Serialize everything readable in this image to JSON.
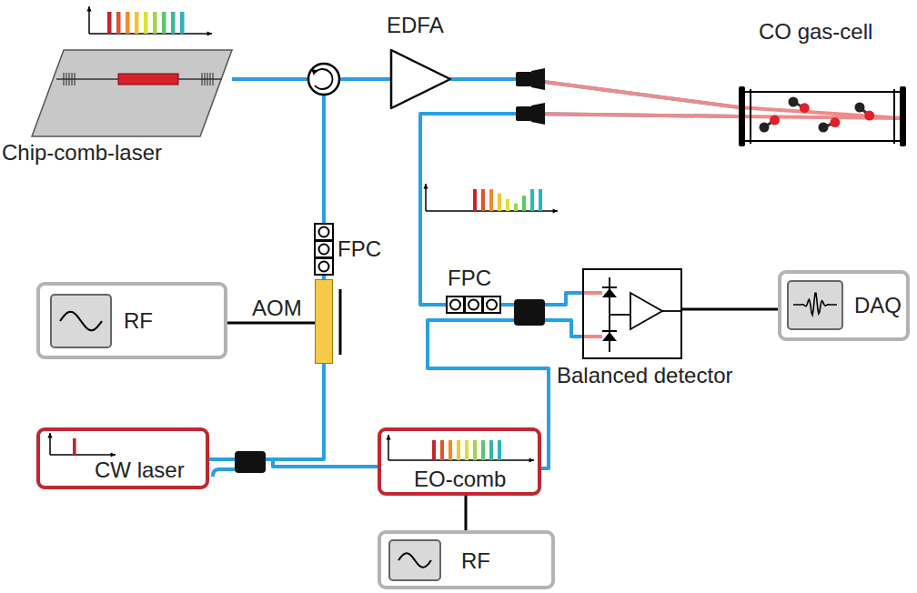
{
  "diagram": {
    "nodes": [
      {
        "text": [
          "Chip-comb-laser"
        ]
      },
      {
        "text": [
          "EDFA"
        ]
      },
      {
        "text": [
          "CO gas-cell"
        ]
      },
      {
        "text": [
          "FPC"
        ]
      },
      {
        "text": [
          "RF"
        ]
      },
      {
        "text": [
          "AOM"
        ]
      },
      {
        "text": [
          "CW laser"
        ]
      },
      {
        "text": [
          "EO-comb"
        ]
      },
      {
        "text": [
          "RF"
        ]
      },
      {
        "text": [
          "FPC"
        ]
      },
      {
        "text": [
          "Balanced detector"
        ]
      },
      {
        "text": [
          "DAQ"
        ]
      }
    ],
    "edges": [
      {
        "from": 0,
        "to": 1,
        "arrow": "none"
      },
      {
        "from": 1,
        "to": 2,
        "arrow": "none"
      },
      {
        "from": 2,
        "to": 9,
        "arrow": "none"
      },
      {
        "from": 9,
        "to": 10,
        "arrow": "none"
      },
      {
        "from": 3,
        "to": 0,
        "arrow": "none"
      },
      {
        "from": 5,
        "to": 3,
        "arrow": "none"
      },
      {
        "from": 4,
        "to": 5,
        "arrow": "none"
      },
      {
        "from": 6,
        "to": 5,
        "arrow": "none"
      },
      {
        "from": 6,
        "to": 7,
        "arrow": "none"
      },
      {
        "from": 8,
        "to": 7,
        "arrow": "none"
      },
      {
        "from": 7,
        "to": 10,
        "arrow": "none"
      },
      {
        "from": 10,
        "to": 11,
        "arrow": "none"
      }
    ]
  }
}
